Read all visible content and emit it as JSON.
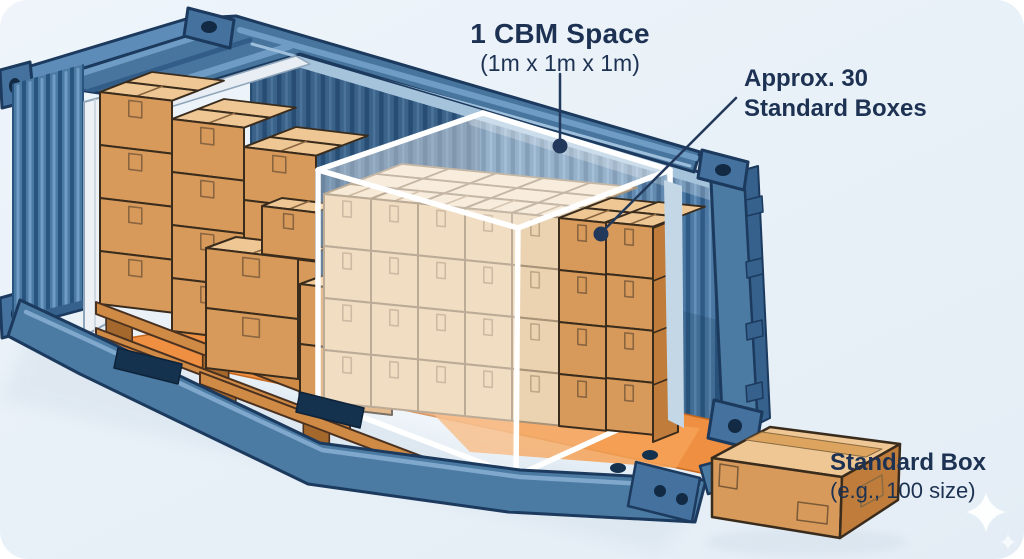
{
  "labels": {
    "cbm_space": {
      "line1": "1 CBM Space",
      "line2": "(1m x 1m x 1m)"
    },
    "capacity": {
      "line1": "Approx. 30",
      "line2": "Standard Boxes"
    },
    "standard_box": {
      "line1": "Standard Box",
      "line2": "(e.g., 100 size)"
    }
  },
  "icons": {
    "sparkle": "four-point-star"
  },
  "colors": {
    "background": "#e9f1f8",
    "text": "#1d3253",
    "callout": "#22395b",
    "container_blue": "#4b7aa3",
    "container_blue_mid": "#47759e",
    "container_blue_dark": "#35618c",
    "container_outline": "#1c3a5e",
    "wall_blue": "#4b79a4",
    "wall_seam": "#2e5a85",
    "wall_rail": "#a6c3dc",
    "floor_orange": "#ee8f42",
    "floor_orange_bright": "#f5a257",
    "box_front": "#d89a5b",
    "box_top": "#eec794",
    "box_side": "#c07c3b",
    "box_outline": "#3a2c1d",
    "box_washed_front": "#e9cda6",
    "box_washed_top": "#f3e1c4",
    "box_washed_side": "#d9b183",
    "box_washed_outline": "#9c8366",
    "pallet_wood": "#cf8a45",
    "pallet_wood_dark": "#a4672c",
    "highlight_white": "#ffffff",
    "shadow": "#d7e2ec"
  }
}
